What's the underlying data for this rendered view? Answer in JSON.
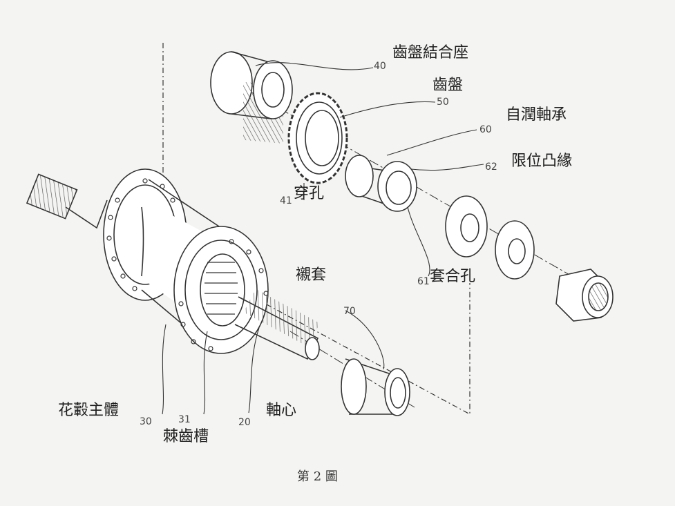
{
  "labels": {
    "cog_seat": "齒盤結合座",
    "cog": "齒盤",
    "bearing": "自潤軸承",
    "flange": "限位凸緣",
    "through_hole": "穿孔",
    "sleeve": "襯套",
    "fit_hole": "套合孔",
    "hub_body": "花轂主體",
    "ratchet": "棘齒槽",
    "axle": "軸心"
  },
  "numbers": {
    "n40": "40",
    "n50": "50",
    "n60": "60",
    "n62": "62",
    "n41": "41",
    "n70": "70",
    "n61": "61",
    "n30": "30",
    "n31": "31",
    "n20": "20"
  },
  "caption": "第 2 圖"
}
